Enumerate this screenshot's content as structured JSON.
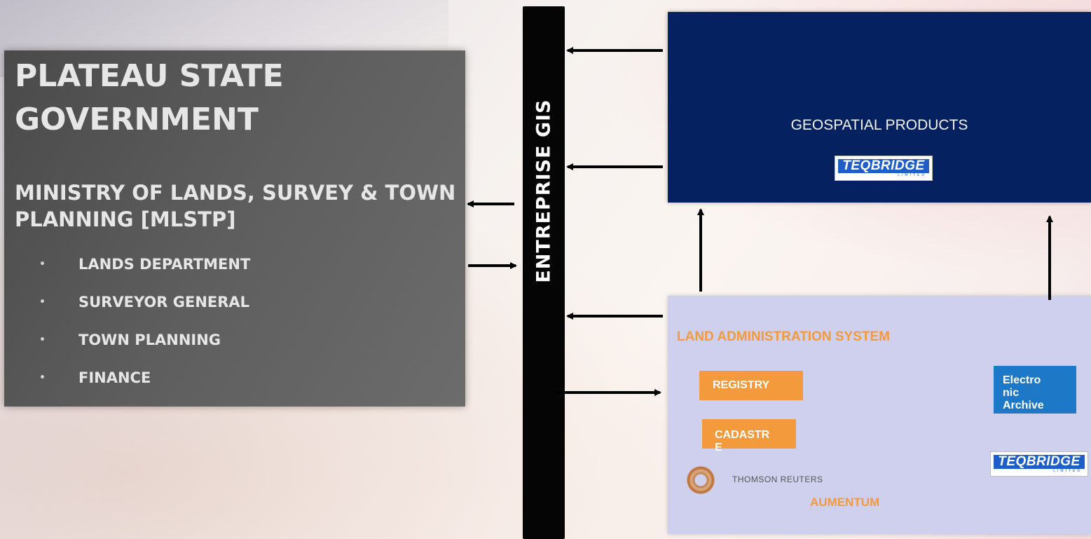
{
  "government": {
    "title": "PLATEAU STATE GOVERNMENT",
    "ministry": "MINISTRY  OF LANDS, SURVEY & TOWN PLANNING  [MLSTP]",
    "departments": [
      "LANDS DEPARTMENT",
      "SURVEYOR GENERAL",
      "TOWN PLANNING",
      "FINANCE"
    ],
    "bullet": "•"
  },
  "enterprise_gis": {
    "label": "ENTREPRISE GIS"
  },
  "geospatial": {
    "title": "GEOSPATIAL PRODUCTS",
    "logo": {
      "name": "TEQBRIDGE",
      "sub": "LIMITED"
    }
  },
  "land_admin": {
    "title": "LAND ADMINISTRATION SYSTEM",
    "registry": "REGISTRY",
    "cadastre": [
      "CADASTR",
      "E"
    ],
    "archive": [
      "Electro",
      "nic",
      "Archive"
    ],
    "thomson": "THOMSON REUTERS",
    "aumentum": "AUMENTUM",
    "logo": {
      "name": "TEQBRIDGE",
      "sub": "LIMITED"
    }
  },
  "colors": {
    "gov_box": "#5a5a5a",
    "gis_bar": "#050505",
    "geo_box": "#052160",
    "las_box": "#cfcfee",
    "orange": "#f39a3c",
    "blue_chip": "#1e78c8"
  }
}
